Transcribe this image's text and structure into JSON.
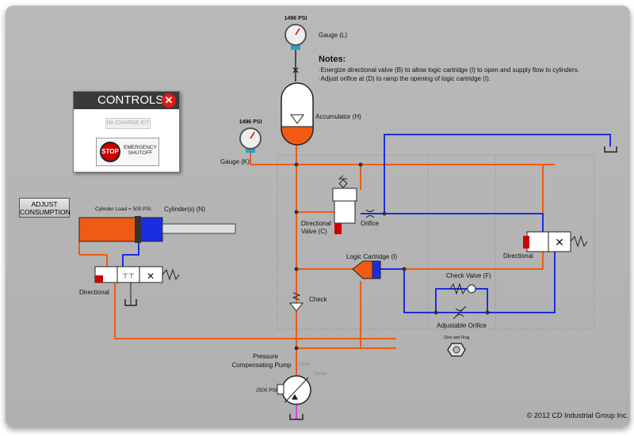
{
  "gauge_l": {
    "reading": "1496 PSI",
    "label": "Gauge (L)"
  },
  "gauge_k": {
    "reading": "1496 PSI",
    "label": "Gauge (K)"
  },
  "notes": {
    "title": "Notes:",
    "lines": [
      "·Energize directional valve (B) to allow logic cartridge (I) to open and supply flow to cylinders.",
      "·Adjust orifice at (D) to ramp the opening of logic cartridge (I)."
    ]
  },
  "accumulator": {
    "label": "Accumulator (H)"
  },
  "controls": {
    "title": "CONTROLS",
    "close_icon": "close-icon",
    "no_charge_kit": "No CHARGE KIT",
    "stop_badge": "STOP",
    "emergency_line1": "EMERGENCY",
    "emergency_line2": "SHUTOFF"
  },
  "adjust_consumption": {
    "line1": "ADJUST",
    "line2": "CONSUMPTION"
  },
  "cylinder": {
    "load": "Cylinder Load = 500 PSI",
    "label": "Cylinder(s) (N)"
  },
  "left_directional": {
    "label": "Directional"
  },
  "directional_valve_c": {
    "line1": "Directional",
    "line2": "Valve (C)"
  },
  "orifice": {
    "label": "Orifice"
  },
  "right_directional": {
    "label": "Directional"
  },
  "logic_cartridge": {
    "label": "Logic Cartridge (I)"
  },
  "check_valve_f": {
    "label": "Check Valve (F)"
  },
  "adjustable_orifice": {
    "label": "Adjustable Orifice",
    "hint": "Click and Drag"
  },
  "check": {
    "label": "Check"
  },
  "pump": {
    "line1": "Pressure",
    "line2": "Compensating Pump",
    "setting": "2500 PSI",
    "dmin": "Dmin",
    "dmax": "Dmax"
  },
  "copyright": "© 2012 CD Industrial Group Inc.",
  "colors": {
    "pressure": "#f05a14",
    "return": "#1a2ee0",
    "tank": "#e040e0",
    "background": "#b4b4b4"
  }
}
